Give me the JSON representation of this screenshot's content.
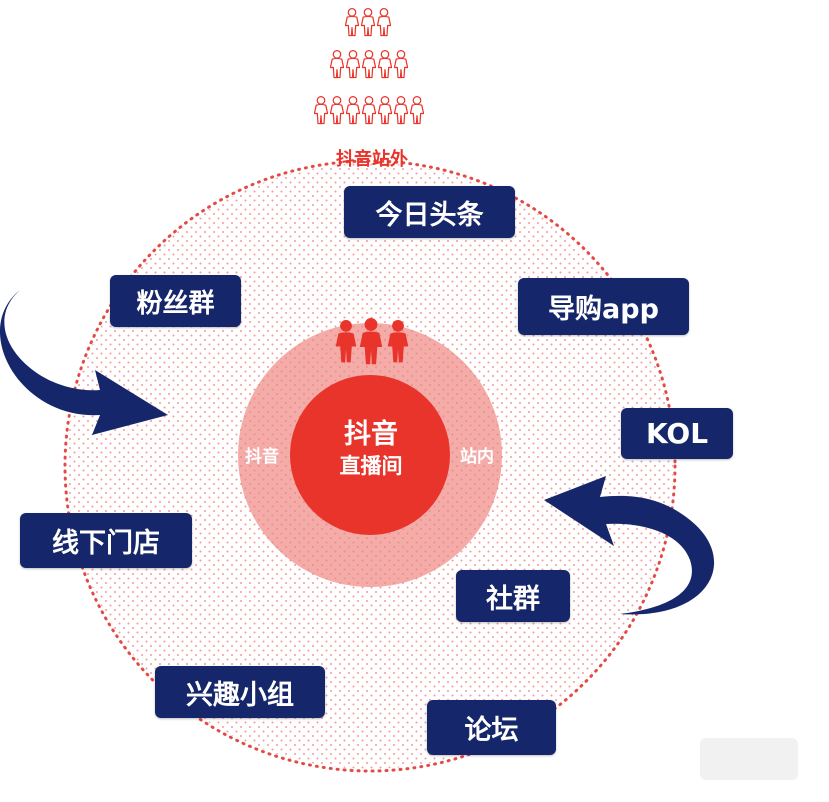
{
  "outer_label": "抖音站外",
  "center": {
    "line1": "抖音",
    "line2": "直播间"
  },
  "inner_ring": {
    "left": "抖音",
    "right": "站内"
  },
  "channels": [
    {
      "id": "toutiao",
      "label": "今日头条"
    },
    {
      "id": "fans-group",
      "label": "粉丝群"
    },
    {
      "id": "shopping-app",
      "label": "导购app"
    },
    {
      "id": "kol",
      "label": "KOL"
    },
    {
      "id": "offline-store",
      "label": "线下门店"
    },
    {
      "id": "community",
      "label": "社群"
    },
    {
      "id": "interest-group",
      "label": "兴趣小组"
    },
    {
      "id": "forum",
      "label": "论坛"
    }
  ],
  "colors": {
    "navy": "#16266a",
    "red": "#e8342a",
    "pink": "#f3a3a0",
    "dot": "#e44a45"
  },
  "icons": [
    "people-pyramid-icon",
    "three-people-icon",
    "curved-arrow-icon"
  ]
}
